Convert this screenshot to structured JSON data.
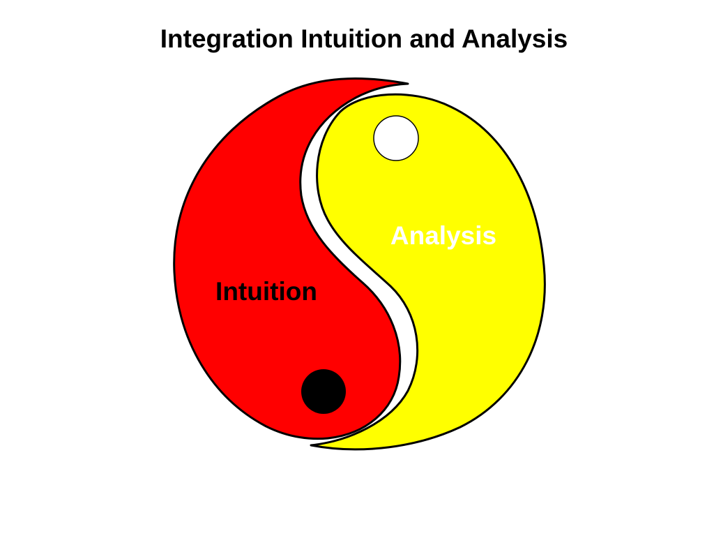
{
  "title": "Integration Intuition and Analysis",
  "labels": {
    "intuition": "Intuition",
    "analysis": "Analysis"
  },
  "colors": {
    "intuition": "#ff0000",
    "analysis": "#ffff00",
    "outline": "#000000",
    "intuition_dot": "#000000",
    "analysis_dot": "#ffffff",
    "intuition_label": "#000000",
    "analysis_label": "#ffffff"
  }
}
